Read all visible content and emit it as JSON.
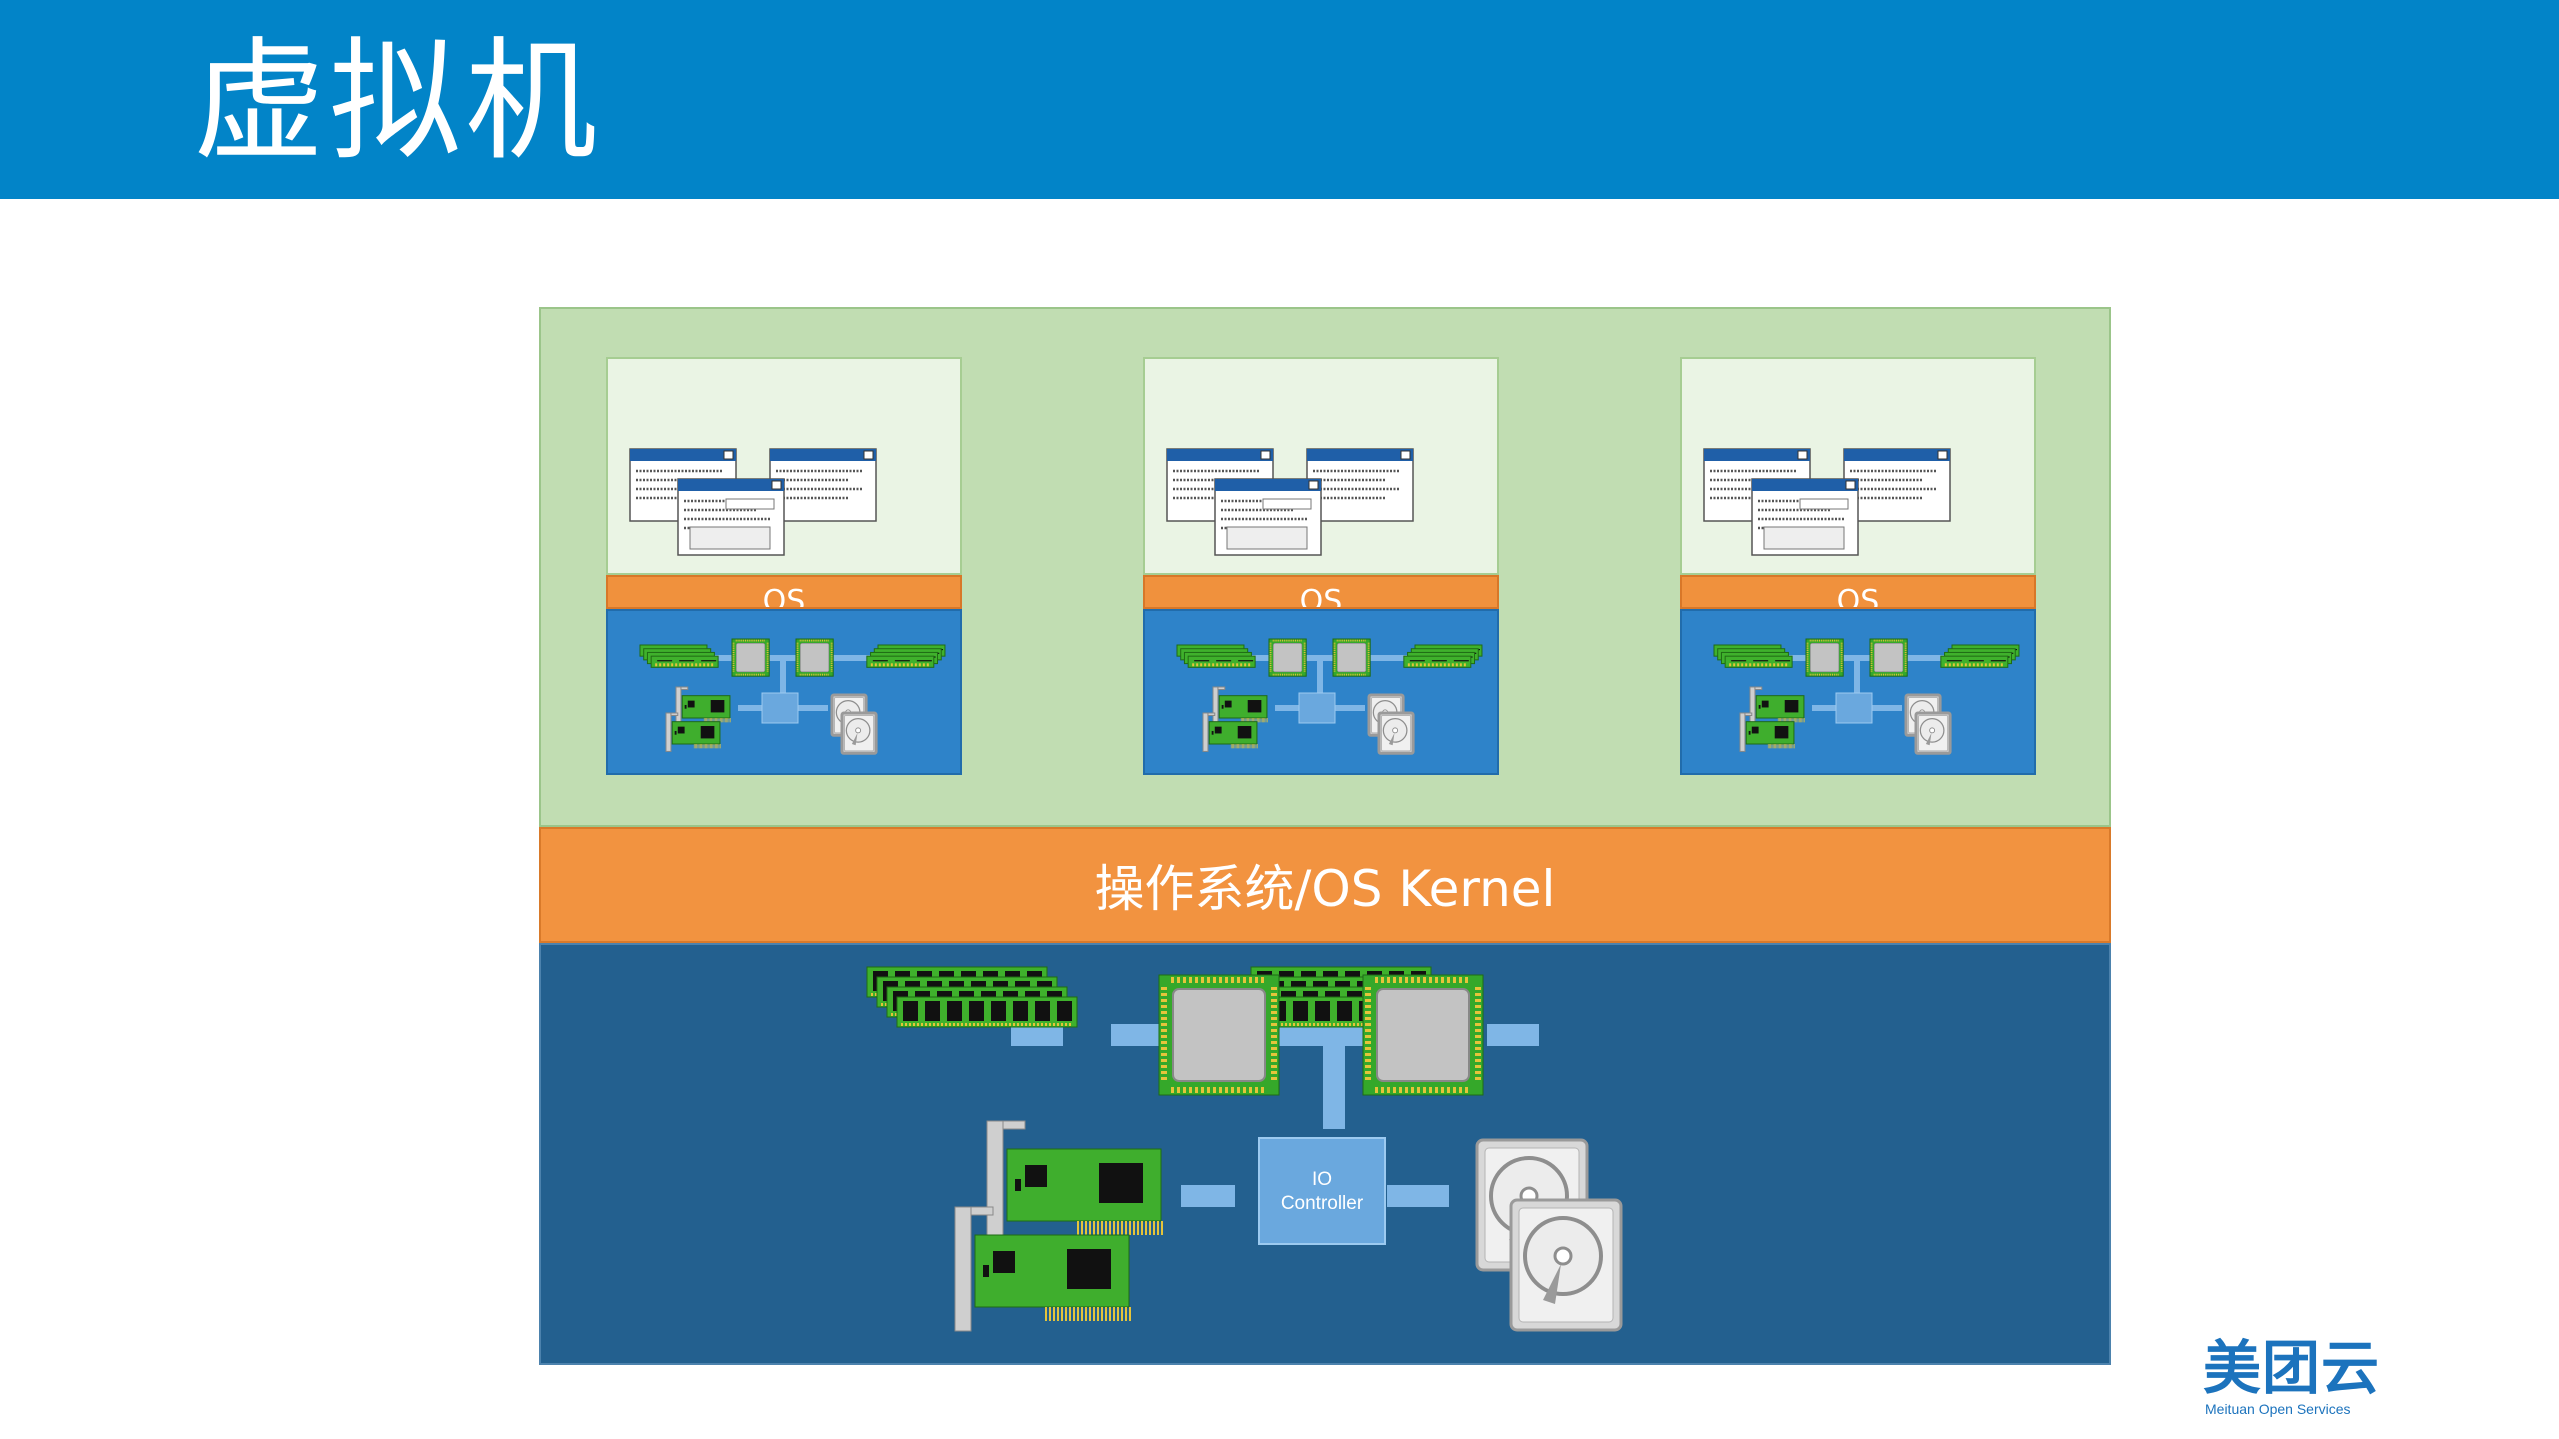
{
  "slide": {
    "title": "虚拟机",
    "colors": {
      "header": "#0284c8",
      "vm_panel": "#c1ddb2",
      "kernel": "#f29340",
      "hardware": "#23608f",
      "vm_hardware": "#2e83c9",
      "ram_green": "#3fb12c",
      "bus": "#7fb6e6"
    }
  },
  "vms": [
    {
      "os_label": "OS"
    },
    {
      "os_label": "OS"
    },
    {
      "os_label": "OS"
    }
  ],
  "kernel": {
    "label": "操作系统/OS Kernel"
  },
  "hardware": {
    "io_controller": {
      "line1": "IO",
      "line2": "Controller"
    },
    "icons": [
      "ram-icon",
      "cpu-icon",
      "network-card-icon",
      "hard-disk-icon"
    ]
  },
  "logo": {
    "main": "美团云",
    "sub": "Meituan Open Services"
  }
}
